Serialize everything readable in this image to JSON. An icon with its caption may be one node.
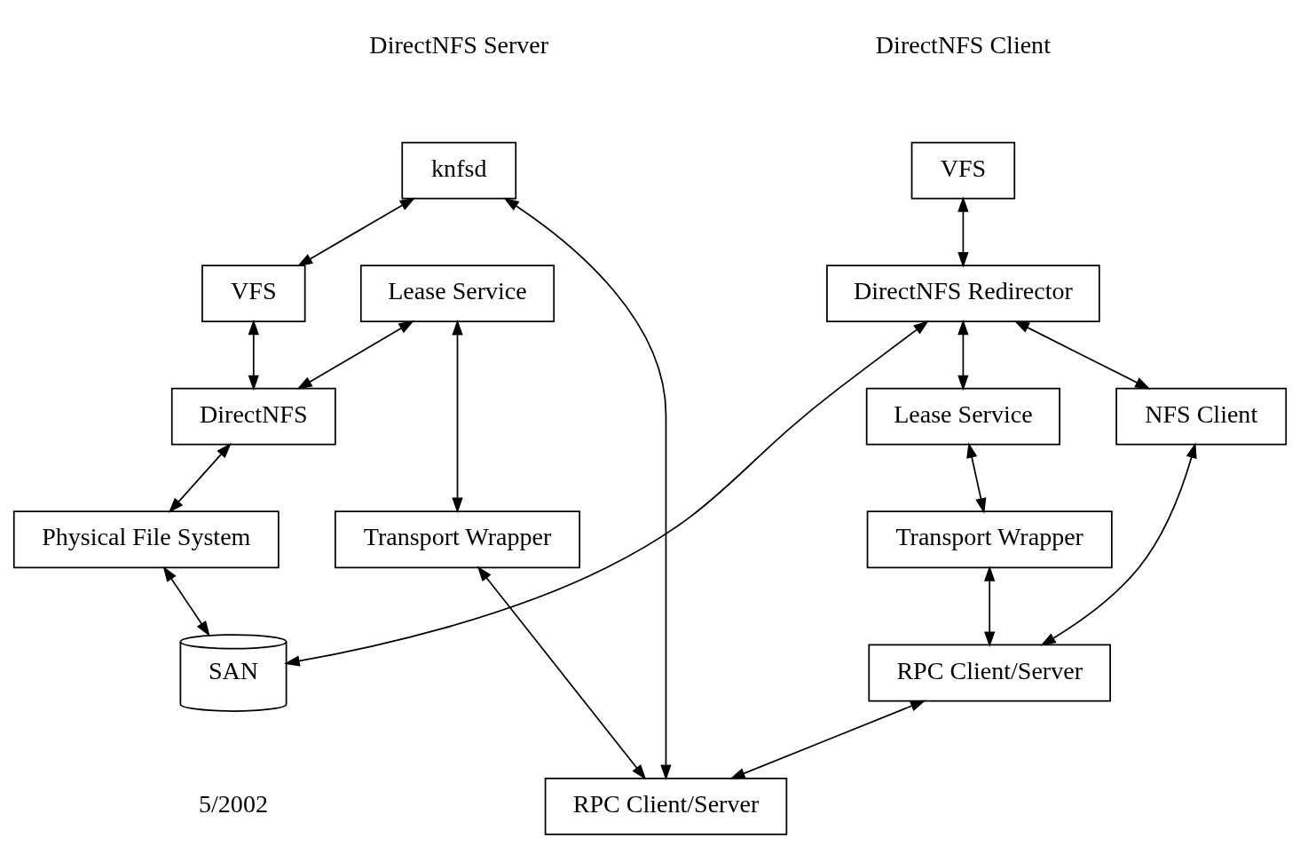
{
  "diagram": {
    "nodes": [
      {
        "text": [
          "VFS"
        ]
      },
      {
        "text": [
          "DirectNFS Redirector"
        ]
      },
      {
        "text": [
          "Lease Service"
        ]
      },
      {
        "text": [
          "NFS Client"
        ]
      },
      {
        "text": [
          "Transport Wrapper"
        ]
      },
      {
        "text": [
          "RPC Client/Server"
        ]
      },
      {
        "text": [
          "knfsd"
        ]
      },
      {
        "text": [
          "VFS"
        ]
      },
      {
        "text": [
          "Lease Service"
        ]
      },
      {
        "text": [
          "DirectNFS"
        ]
      },
      {
        "text": [
          "Transport Wrapper"
        ]
      },
      {
        "text": [
          "Physical File System"
        ]
      },
      {
        "text": [
          "RPC Client/Server"
        ]
      },
      {
        "text": [
          "SAN"
        ]
      }
    ],
    "edges": [
      {
        "from": 0,
        "to": 1,
        "arrow": "both"
      },
      {
        "from": 1,
        "to": 2,
        "arrow": "both"
      },
      {
        "from": 1,
        "to": 3,
        "arrow": "both"
      },
      {
        "from": 2,
        "to": 4,
        "arrow": "both"
      },
      {
        "from": 3,
        "to": 5,
        "arrow": "both"
      },
      {
        "from": 4,
        "to": 5,
        "arrow": "both"
      },
      {
        "from": 5,
        "to": 12,
        "arrow": "both"
      },
      {
        "from": 6,
        "to": 12,
        "arrow": "both"
      },
      {
        "from": 6,
        "to": 7,
        "arrow": "both"
      },
      {
        "from": 7,
        "to": 9,
        "arrow": "both"
      },
      {
        "from": 8,
        "to": 9,
        "arrow": "both"
      },
      {
        "from": 8,
        "to": 10,
        "arrow": "both"
      },
      {
        "from": 10,
        "to": 12,
        "arrow": "both"
      },
      {
        "from": 9,
        "to": 11,
        "arrow": "both"
      },
      {
        "from": 1,
        "to": 13,
        "arrow": "both"
      },
      {
        "from": 11,
        "to": 13,
        "arrow": "both"
      }
    ],
    "labels": [
      "DirectNFS Client",
      "DirectNFS Server",
      "5/2002"
    ]
  }
}
